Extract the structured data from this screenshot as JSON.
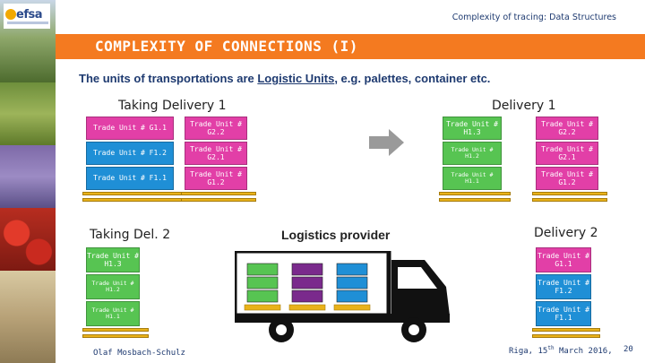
{
  "logo": {
    "text": "efsa"
  },
  "header": {
    "title": "Complexity of tracing: Data Structures"
  },
  "banner": {
    "title": "COMPLEXITY OF CONNECTIONS (I)"
  },
  "subtitle": {
    "before": "The units of transportations are ",
    "highlight": "Logistic Units",
    "after": ", e.g. palettes, container etc."
  },
  "labels": {
    "taking_delivery_1": "Taking Delivery 1",
    "delivery_1": "Delivery 1",
    "taking_del_2": "Taking Del. 2",
    "logistics_provider": "Logistics provider",
    "delivery_2": "Delivery 2"
  },
  "colors": {
    "pink": "#e23fa7",
    "green": "#57c452",
    "blue": "#1f8fd6",
    "purple": "#7a2a8c",
    "orange": "#f47a20",
    "navy": "#1e3a70",
    "pallet": "#e9b21a"
  },
  "stacks": {
    "taking_delivery_1_left": [
      {
        "text": "Trade Unit # G1.1",
        "color": "pink"
      },
      {
        "text": "Trade Unit # F1.2",
        "color": "blue"
      },
      {
        "text": "Trade Unit # F1.1",
        "color": "blue"
      }
    ],
    "taking_delivery_1_right": [
      {
        "text": "Trade Unit # G2.2",
        "color": "pink"
      },
      {
        "text": "Trade Unit # G2.1",
        "color": "pink"
      },
      {
        "text": "Trade Unit # G1.2",
        "color": "pink"
      }
    ],
    "delivery_1_left": [
      {
        "text": "Trade Unit # H1.3",
        "color": "green"
      },
      {
        "text": "Trade Unit # H1.2",
        "color": "green"
      },
      {
        "text": "Trade Unit # H1.1",
        "color": "green"
      }
    ],
    "delivery_1_right": [
      {
        "text": "Trade Unit # G2.2",
        "color": "pink"
      },
      {
        "text": "Trade Unit # G2.1",
        "color": "pink"
      },
      {
        "text": "Trade Unit # G1.2",
        "color": "pink"
      }
    ],
    "taking_del_2": [
      {
        "text": "Trade Unit # H1.3",
        "color": "green"
      },
      {
        "text": "Trade Unit # H1.2",
        "color": "green"
      },
      {
        "text": "Trade Unit # H1.1",
        "color": "green"
      }
    ],
    "delivery_2": [
      {
        "text": "Trade Unit # G1.1",
        "color": "pink"
      },
      {
        "text": "Trade Unit # F1.2",
        "color": "blue"
      },
      {
        "text": "Trade Unit # F1.1",
        "color": "blue"
      }
    ]
  },
  "truck": {
    "stacks": [
      {
        "color": "green"
      },
      {
        "color": "purple"
      },
      {
        "color": "blue"
      }
    ]
  },
  "footer": {
    "author": "Olaf Mosbach-Schulz",
    "place_date_before": "Riga, 15",
    "place_date_sup": "th",
    "place_date_after": " March 2016,",
    "page": "20"
  }
}
